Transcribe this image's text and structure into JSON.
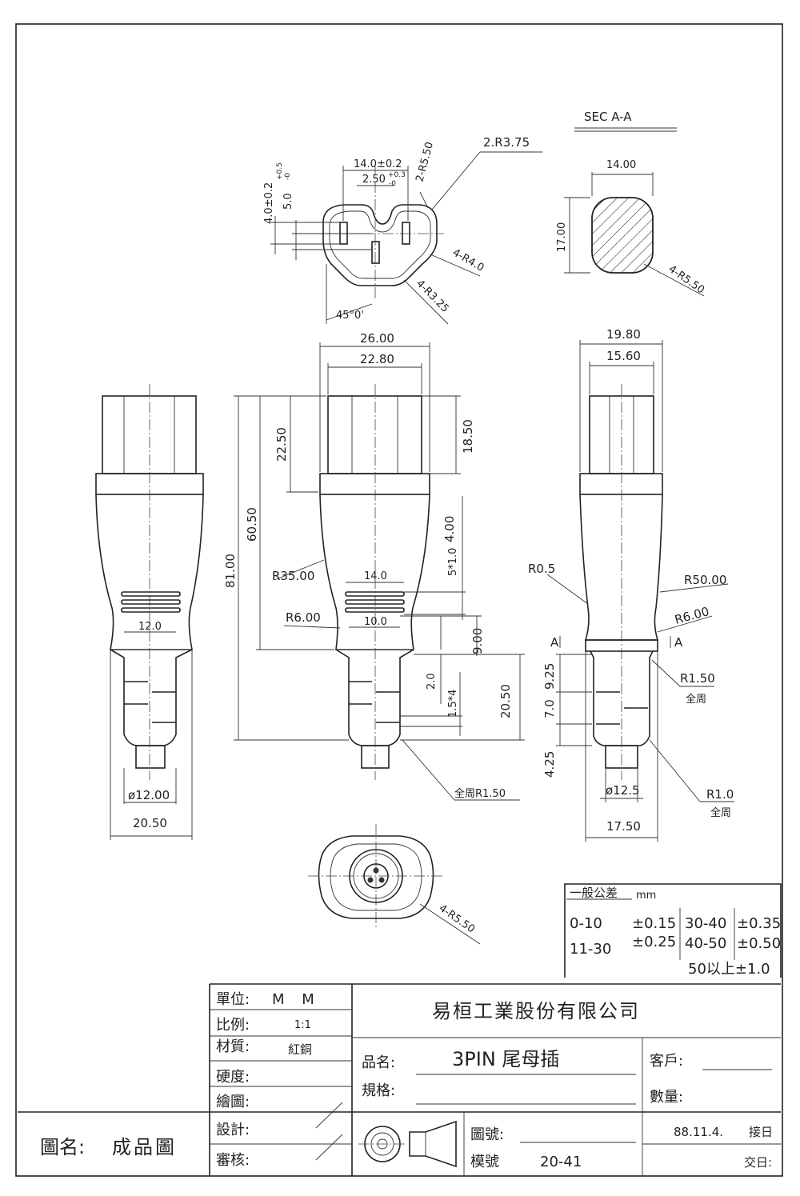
{
  "section": {
    "title": "SEC A-A",
    "width": "14.00",
    "height": "17.00",
    "radius": "4-R5.50"
  },
  "top_view": {
    "w1": "14.0±0.2",
    "w2": "2.50",
    "w2_tol_plus": "+0.3",
    "w2_tol_minus": "-0",
    "r1": "2-R5.50",
    "r2": "2.R3.75",
    "h1": "4.0±0.2",
    "h2": "5.0",
    "h2_tol_plus": "+0.5",
    "h2_tol_minus": "-0",
    "r3": "4-R4.0",
    "r4": "4-R3.25",
    "angle": "45°0'"
  },
  "front_view": {
    "w_outer": "26.00",
    "w_inner": "22.80",
    "h_total": "81.00",
    "h_body": "60.50",
    "h_top": "22.50",
    "h_cap": "18.50",
    "r_big": "R35.00",
    "r_small": "R6.00",
    "grip_w": "14.0",
    "neck_w": "10.0",
    "pitch": "4.00",
    "grip_cnt": "5*1.0",
    "h_neck": "9.00",
    "h_tail": "20.50",
    "tail_gap": "2.0",
    "tail_rib": "1.5*4",
    "tail_r": "全周R1.50"
  },
  "left_view": {
    "neck_w": "12.0",
    "dia": "ø12.00",
    "width": "20.50"
  },
  "side_view": {
    "w_outer": "19.80",
    "w_inner": "15.60",
    "r1": "R0.5",
    "r2": "R50.00",
    "r3": "R6.00",
    "mark": "A",
    "r4": "R1.50",
    "r4_note": "全周",
    "d1": "9.25",
    "d2": "7.0",
    "d3": "4.25",
    "dia": "ø12.5",
    "r5": "R1.0",
    "r5_note": "全周",
    "width": "17.50"
  },
  "bottom_view": {
    "radius": "4-R5.50"
  },
  "tolerance": {
    "header": "一般公差",
    "unit": "mm",
    "rows": [
      {
        "range": "0-10",
        "tol": "±0.15",
        "range2": "30-40",
        "tol2": "±0.35"
      },
      {
        "range": "11-30",
        "tol": "±0.25",
        "range2": "40-50",
        "tol2": "±0.50"
      }
    ],
    "extra": "50以上±1.0"
  },
  "title_block": {
    "unit_label": "單位:",
    "unit_value": "M M",
    "scale_label": "比例:",
    "scale_value": "1:1",
    "material_label": "材質:",
    "material_value": "紅銅",
    "hardness_label": "硬度:",
    "drawn_label": "繪圖:",
    "design_label": "設計:",
    "review_label": "審核:",
    "company": "易桓工業股份有限公司",
    "product_label": "品名:",
    "product_value": "3PIN 尾母插",
    "spec_label": "規格:",
    "customer_label": "客戶:",
    "quantity_label": "數量:",
    "drawing_no_label": "圖號:",
    "model_no_label": "模號",
    "model_no_value": "20-41",
    "date": "88.11.4.",
    "received_label": "接日",
    "delivered_label": "交日:",
    "drawing_name_label": "圖名:",
    "drawing_name_value": "成品圖"
  }
}
